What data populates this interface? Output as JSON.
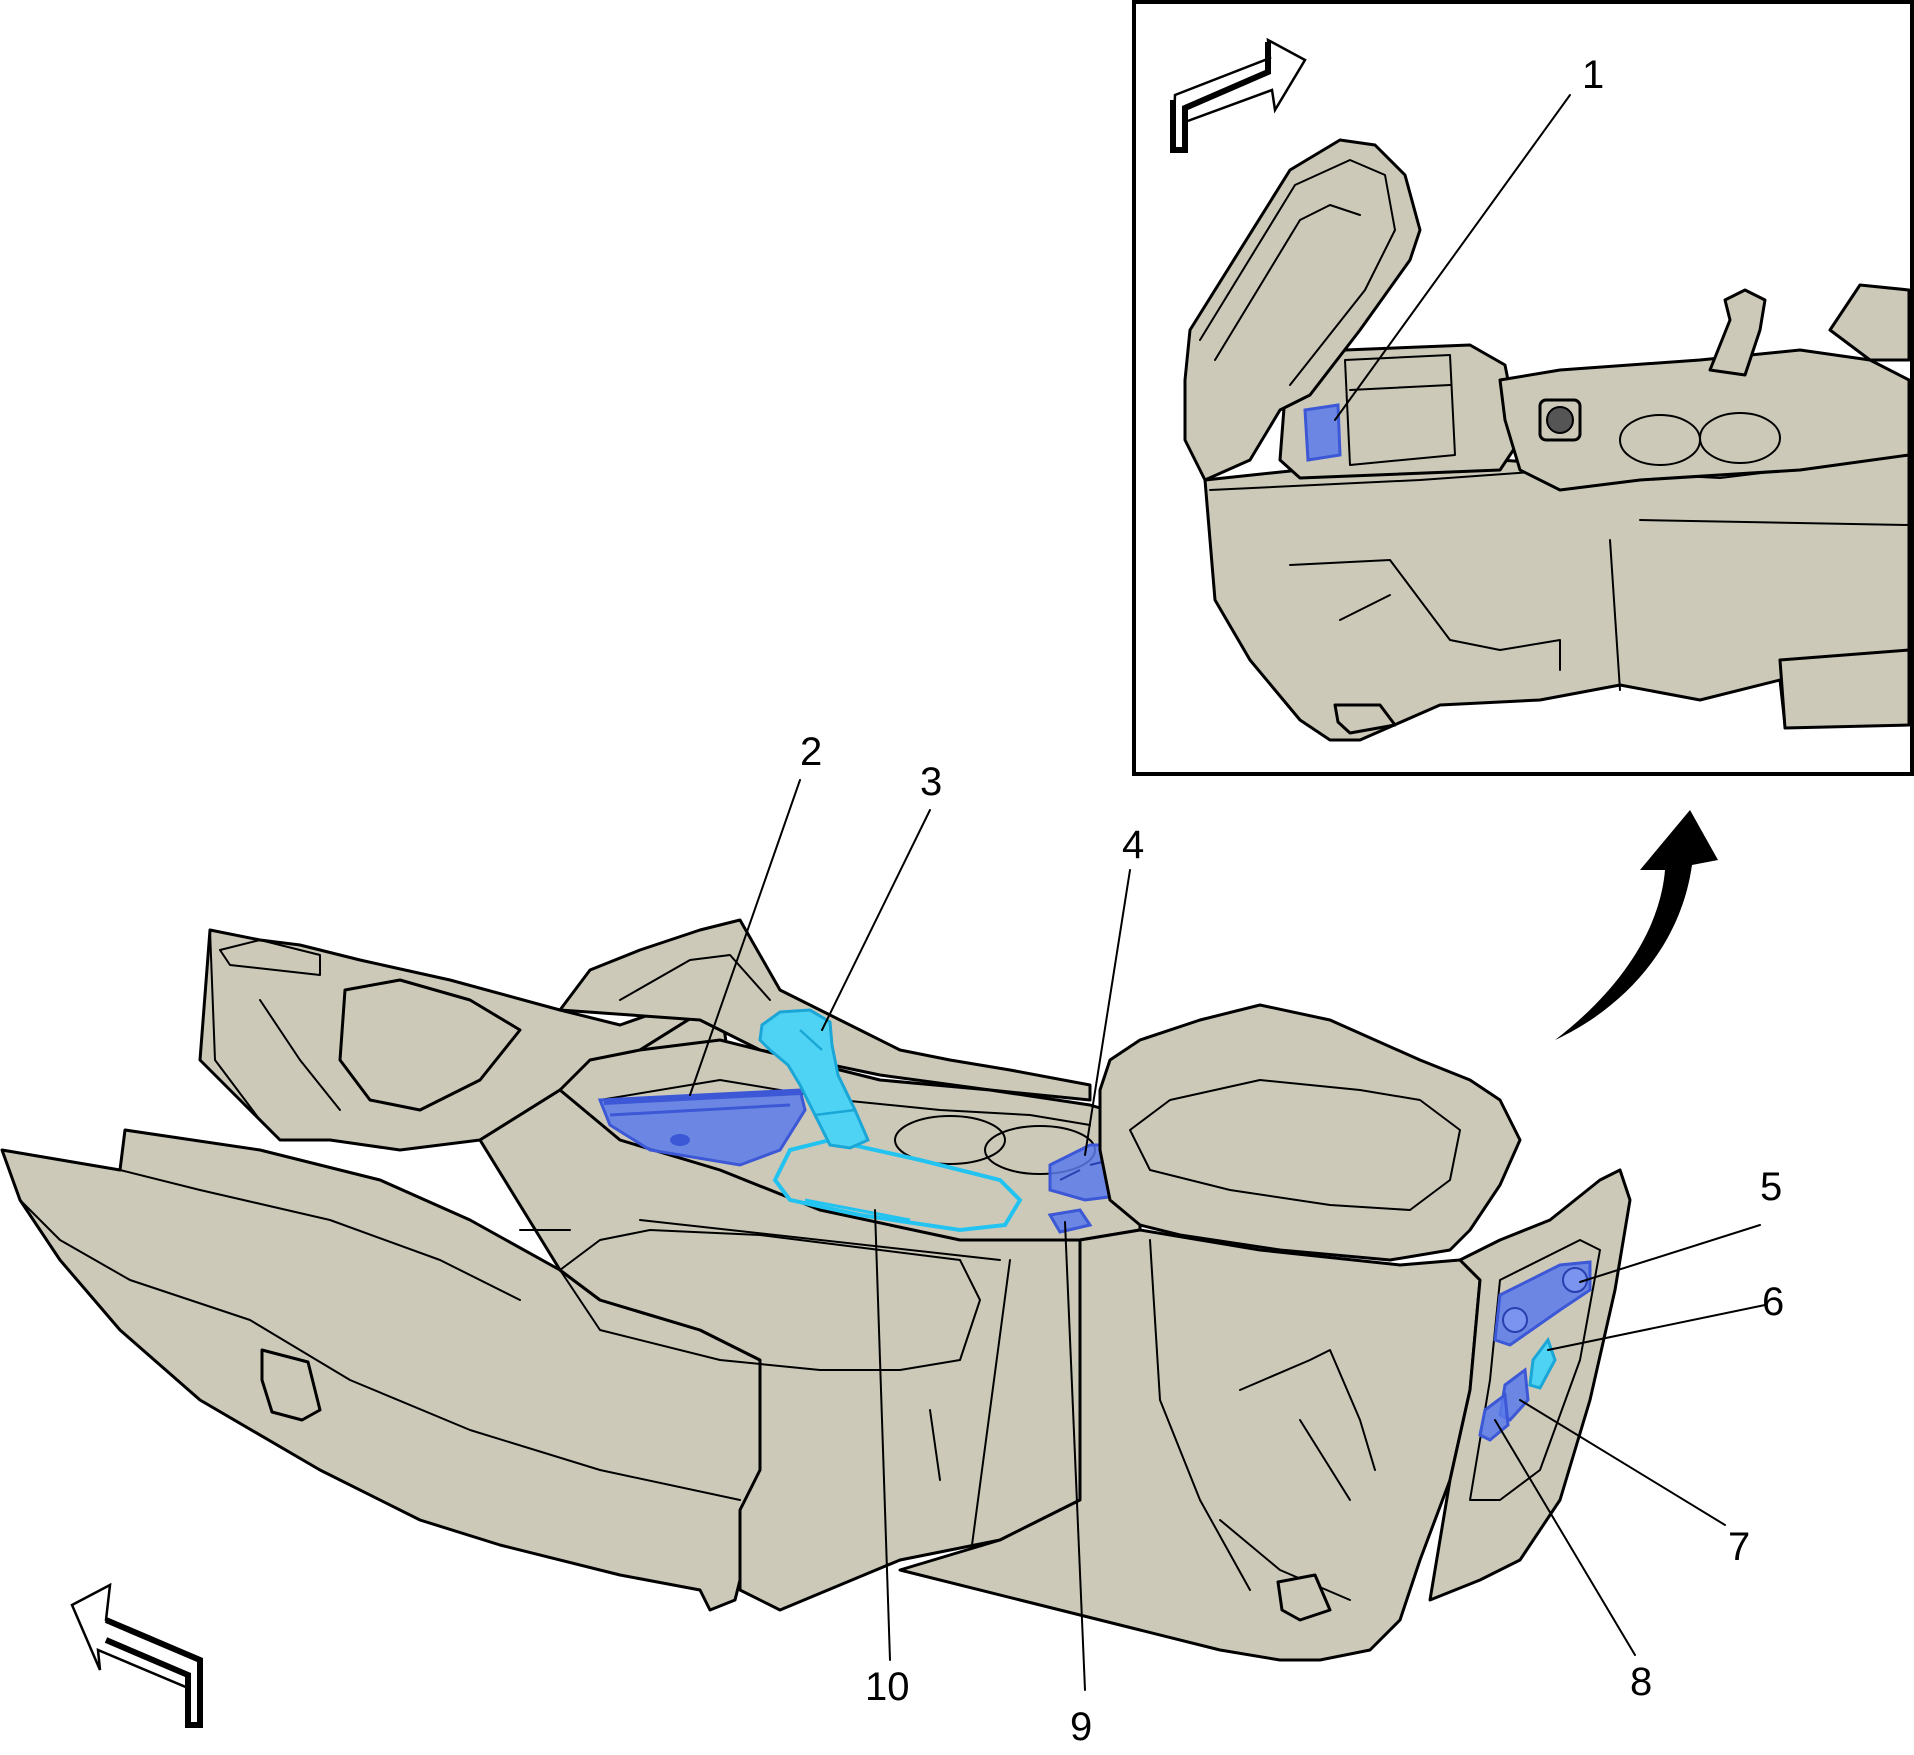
{
  "callouts": [
    {
      "id": "1",
      "label": "1"
    },
    {
      "id": "2",
      "label": "2"
    },
    {
      "id": "3",
      "label": "3"
    },
    {
      "id": "4",
      "label": "4"
    },
    {
      "id": "5",
      "label": "5"
    },
    {
      "id": "6",
      "label": "6"
    },
    {
      "id": "7",
      "label": "7"
    },
    {
      "id": "8",
      "label": "8"
    },
    {
      "id": "9",
      "label": "9"
    },
    {
      "id": "10",
      "label": "10"
    }
  ],
  "colors": {
    "part_fill": "#ccc9b9",
    "highlight_blue": "#5b7bea",
    "highlight_cyan": "#4fd3f5",
    "outline": "#000000"
  },
  "icons": [
    "direction-arrow-icon",
    "lift-arrow-icon"
  ]
}
